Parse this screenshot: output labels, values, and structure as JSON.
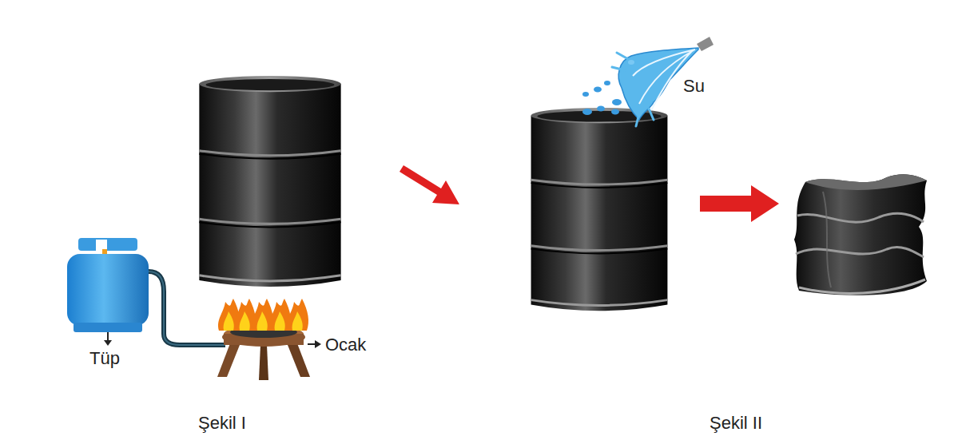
{
  "diagram": {
    "labels": [
      "Tüp",
      "Ocak",
      "Su",
      "Şekil I",
      "Şekil II"
    ]
  }
}
